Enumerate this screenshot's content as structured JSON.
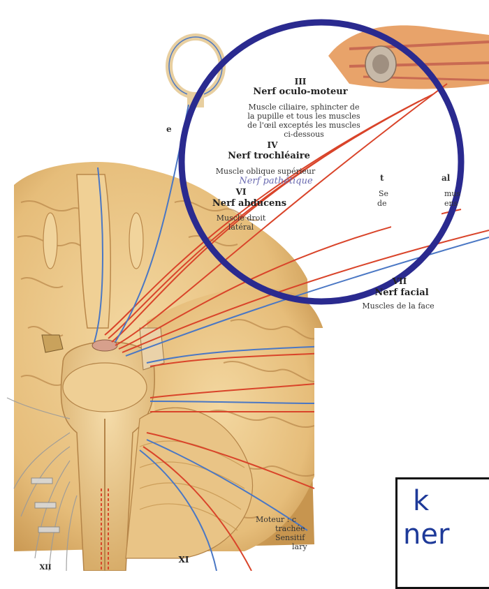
{
  "labels": {
    "iii_num": "III",
    "iii_title": "Nerf oculo-moteur",
    "iii_desc": [
      "Muscle ciliaire, sphincter de",
      "la pupille et tous les muscles",
      "de l'œil exceptés les muscles",
      "ci-dessous"
    ],
    "iv_num": "IV",
    "iv_title": "Nerf trochléaire",
    "iv_desc": "Muscle oblique supérieur",
    "iv_handwritten": "Nerf pathétique",
    "vi_num": "VI",
    "vi_title": "Nerf abducens",
    "vi_desc": [
      "Muscle droit",
      "latéral"
    ],
    "vii_num": "VII",
    "vii_title": "Nerf facial",
    "vii_desc": "Muscles de la face",
    "xi_num": "XI",
    "xii_num": "XII",
    "side_e": "e",
    "frag_al": "al",
    "frag_se": "Se",
    "frag_de": "de",
    "frag_mus": "mus",
    "frag_ens": "ens",
    "moteur": [
      "Moteur : c",
      "trachée",
      "Sensitif",
      "lary"
    ]
  },
  "textbox": {
    "line1": "k",
    "line2": "ner"
  },
  "colors": {
    "nerve_red": "#d9442a",
    "nerve_blue": "#4a77c4",
    "circle": "#2a2a8f",
    "brain": "#e8c07e",
    "brain_shadow": "#c89a55",
    "textbox_text": "#1e3a99"
  }
}
